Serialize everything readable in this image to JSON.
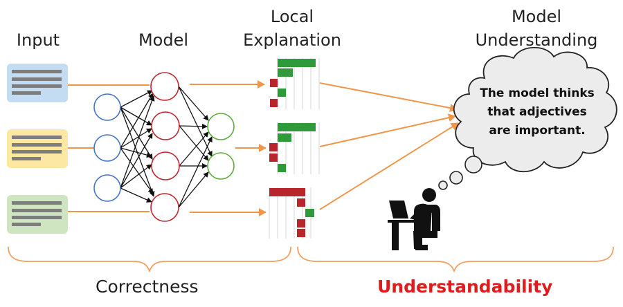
{
  "headers": {
    "input": "Input",
    "model": "Model",
    "local_explanation_1": "Local",
    "local_explanation_2": "Explanation",
    "understanding_1": "Model",
    "understanding_2": "Understanding"
  },
  "thought": {
    "line1": "The model thinks",
    "line2": "that adjectives",
    "line3": "are important."
  },
  "bottom": {
    "correctness": "Correctness",
    "understandability": "Understandability"
  },
  "colors": {
    "input_blue": "#c4dcf2",
    "input_yellow": "#fde8a3",
    "input_green": "#cfe5c1",
    "arrow_orange": "#f0964a",
    "neuron_blue": "#4472c4",
    "neuron_red": "#c0262d",
    "neuron_green": "#5aad3a",
    "bar_green": "#2e9a3a",
    "bar_red": "#b8262b",
    "understandability_red": "#e01b1b"
  }
}
